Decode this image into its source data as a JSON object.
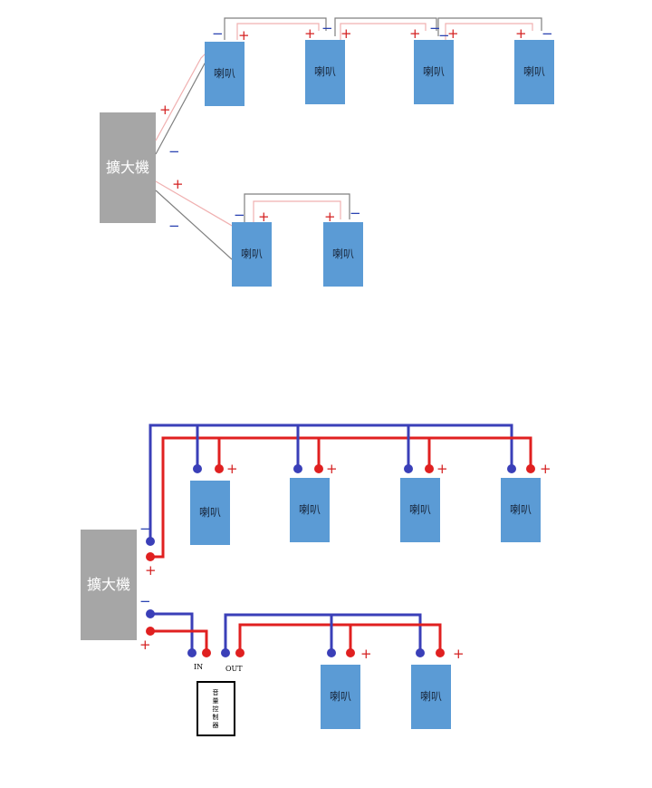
{
  "amplifier_label": "擴大機",
  "speaker_label": "喇叭",
  "plus_sign": "+",
  "minus_sign": "−",
  "port_in": "IN",
  "port_out": "OUT",
  "volume_controller": [
    "音",
    "量",
    "控",
    "制",
    "器"
  ],
  "colors": {
    "amplifier": "#a6a6a6",
    "speaker": "#5b9bd5",
    "positive_wire": "#e02020",
    "negative_wire": "#3a3fb8",
    "series_positive_wire": "#f0b0b0",
    "series_negative_wire": "#808080"
  }
}
